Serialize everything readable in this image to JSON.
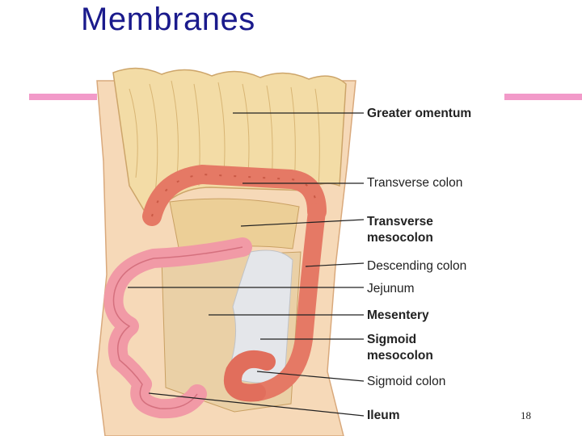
{
  "slide": {
    "title": "Membranes",
    "page_number": "18",
    "accent_color": "#f29ac9",
    "title_color": "#1a1a8c"
  },
  "diagram": {
    "labels": [
      {
        "id": "greater-omentum",
        "text": "Greater omentum",
        "bold": true
      },
      {
        "id": "transverse-colon",
        "text": "Transverse colon",
        "bold": false
      },
      {
        "id": "transverse-mesocolon-1",
        "text": "Transverse",
        "bold": true
      },
      {
        "id": "transverse-mesocolon-2",
        "text": "mesocolon",
        "bold": true
      },
      {
        "id": "descending-colon",
        "text": "Descending colon",
        "bold": false
      },
      {
        "id": "jejunum",
        "text": "Jejunum",
        "bold": false
      },
      {
        "id": "mesentery",
        "text": "Mesentery",
        "bold": true
      },
      {
        "id": "sigmoid-mesocolon-1",
        "text": "Sigmoid",
        "bold": true
      },
      {
        "id": "sigmoid-mesocolon-2",
        "text": "mesocolon",
        "bold": true
      },
      {
        "id": "sigmoid-colon",
        "text": "Sigmoid colon",
        "bold": false
      },
      {
        "id": "ileum",
        "text": "Ileum",
        "bold": true
      }
    ]
  }
}
